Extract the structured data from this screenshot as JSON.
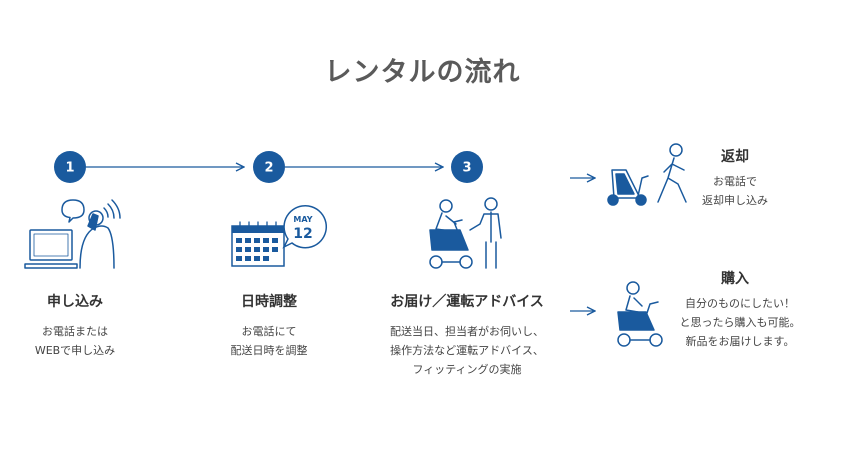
{
  "title": "レンタルの流れ",
  "colors": {
    "accent": "#1a5a9e",
    "text": "#333333",
    "title": "#5a5a5a"
  },
  "steps": [
    {
      "number": "1",
      "label": "申し込み",
      "description": [
        "お電話または",
        "WEBで申し込み"
      ],
      "icon": "laptop-and-phone-icon"
    },
    {
      "number": "2",
      "label": "日時調整",
      "description": [
        "お電話にて",
        "配送日時を調整"
      ],
      "icon": "calendar-icon",
      "calendar_month": "MAY",
      "calendar_day": "12"
    },
    {
      "number": "3",
      "label": "お届け／運転アドバイス",
      "description": [
        "配送当日、担当者がお伺いし、",
        "操作方法など運転アドバイス、",
        "フィッティングの実施"
      ],
      "icon": "delivery-advice-icon"
    }
  ],
  "outcomes": [
    {
      "label": "返却",
      "description": [
        "お電話で",
        "返却申し込み"
      ],
      "icon": "return-walker-icon"
    },
    {
      "label": "購入",
      "description": [
        "自分のものにしたい！",
        "と思ったら購入も可能。",
        "新品をお届けします。"
      ],
      "icon": "purchase-rider-icon"
    }
  ]
}
